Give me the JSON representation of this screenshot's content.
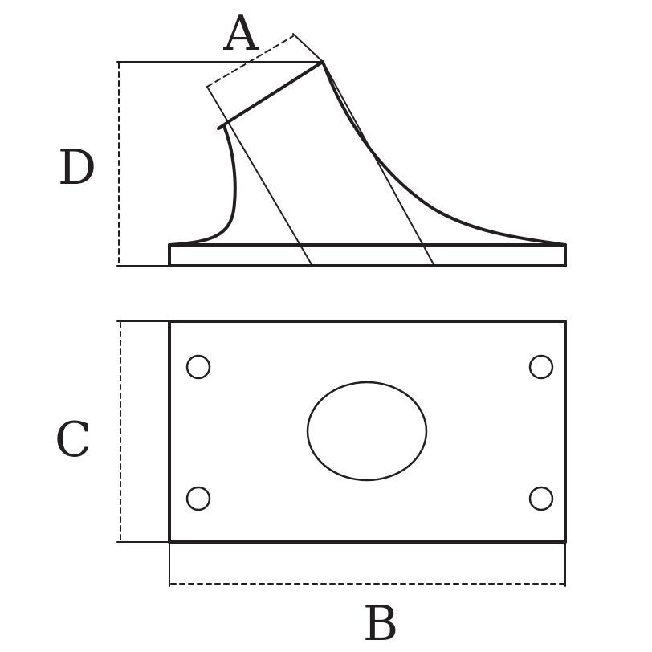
{
  "diagram": {
    "colors": {
      "stroke": "#231f20",
      "background": "#ffffff"
    },
    "labels": {
      "a": "A",
      "b": "B",
      "c": "C",
      "d": "D"
    },
    "views": [
      "side-view",
      "top-view"
    ]
  }
}
